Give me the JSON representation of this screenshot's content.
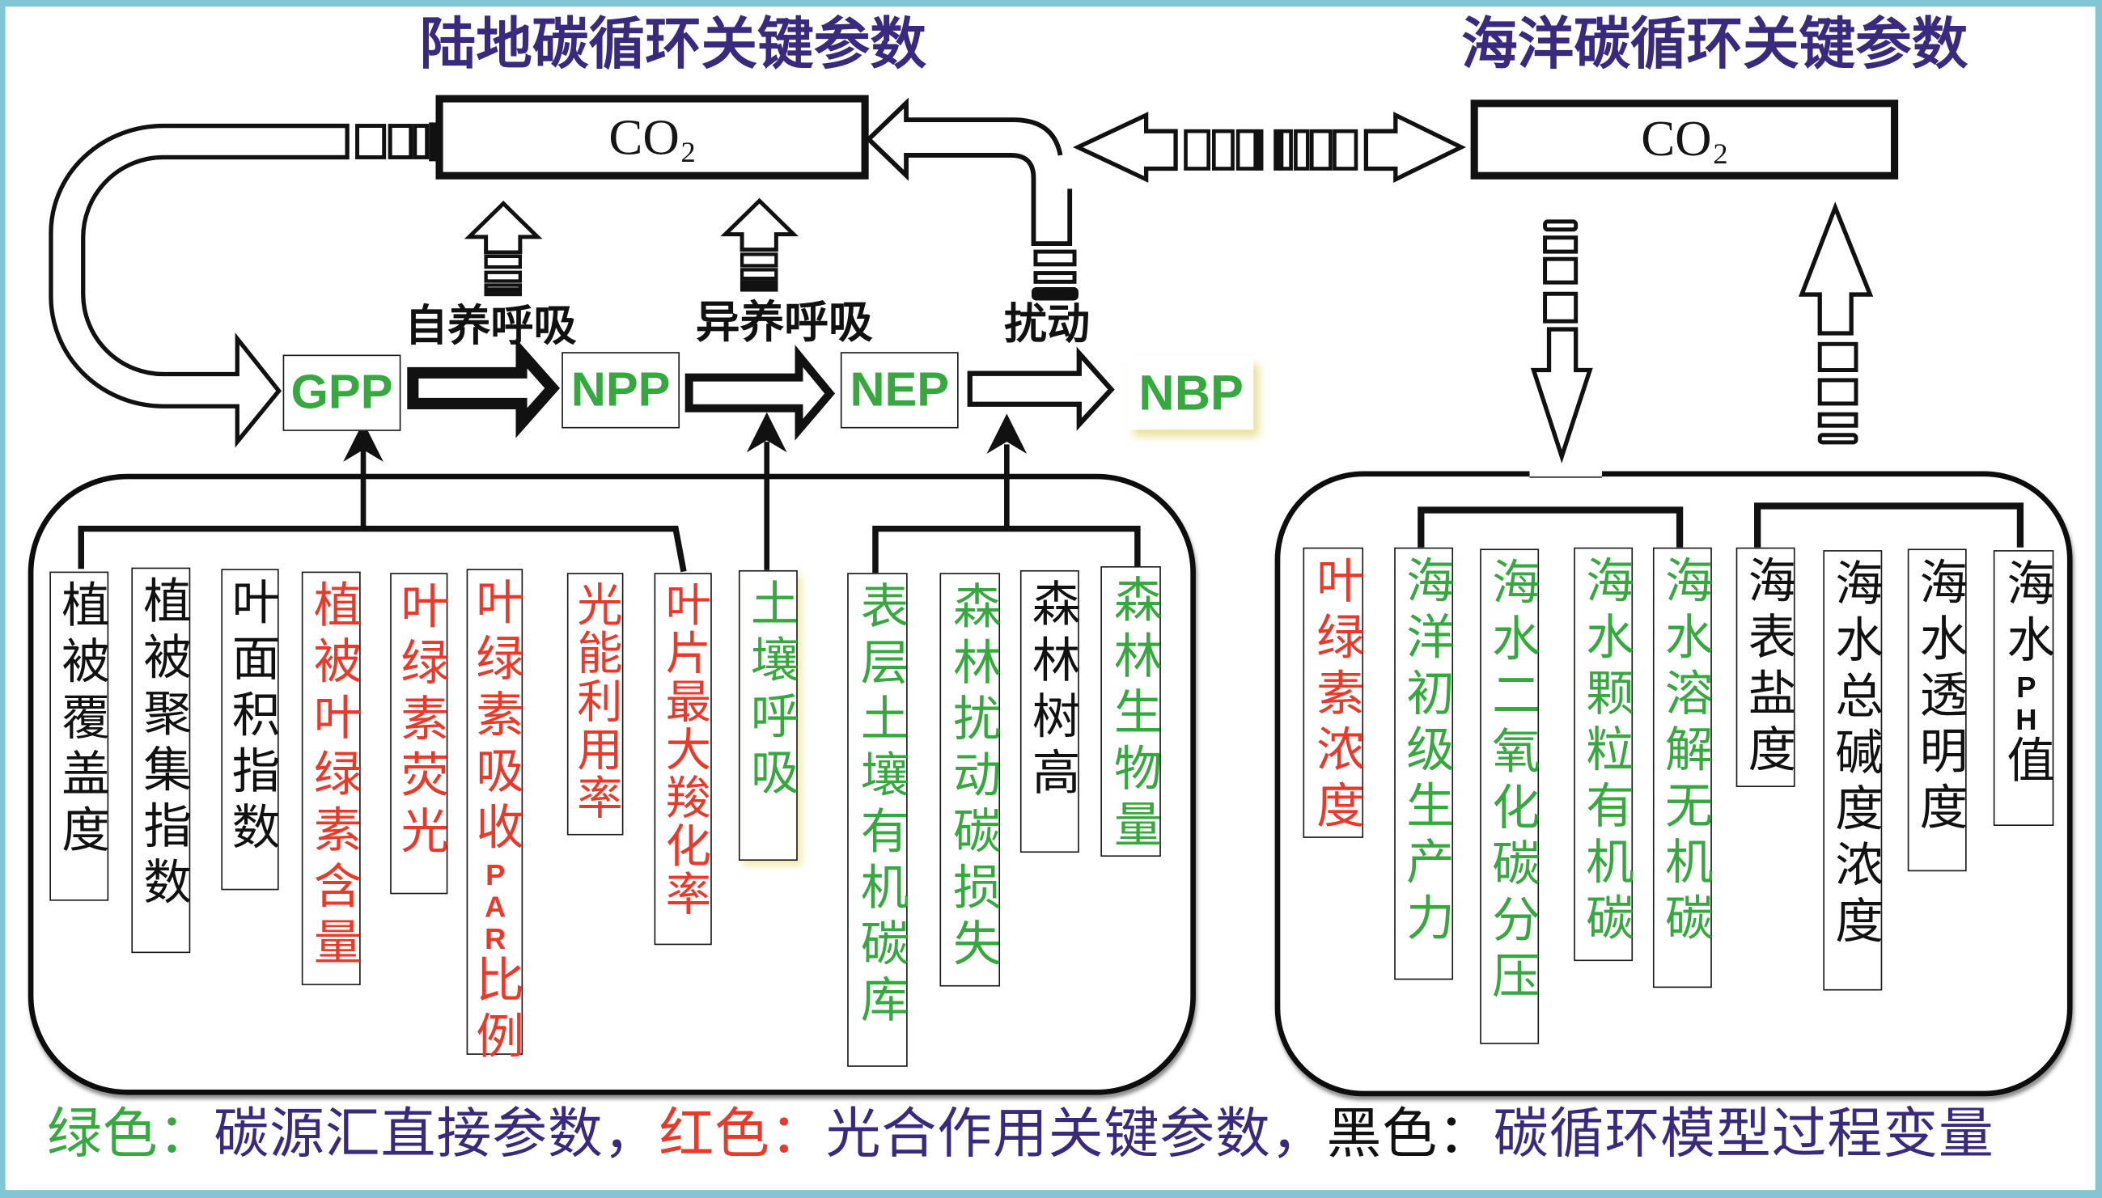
{
  "colors": {
    "green": "#36a83f",
    "red": "#e8392a",
    "black": "#111111",
    "navy": "#3a2a7d",
    "frame": "#82c5d4"
  },
  "land": {
    "title": "陆地碳循环关键参数",
    "co2": {
      "label": "CO",
      "subscript": "2"
    },
    "processes": {
      "autotrophic_respiration": "自养呼吸",
      "heterotrophic_respiration": "异养呼吸",
      "disturbance": "扰动"
    },
    "nodes": [
      {
        "label": "GPP"
      },
      {
        "label": "NPP"
      },
      {
        "label": "NEP"
      },
      {
        "label": "NBP"
      }
    ],
    "params": [
      {
        "label": "植被覆盖度",
        "category": "black"
      },
      {
        "label": "植被聚集指数",
        "category": "black"
      },
      {
        "label": "叶面积指数",
        "category": "black"
      },
      {
        "label": "植被叶绿素含量",
        "category": "red"
      },
      {
        "label": "叶绿素荧光",
        "category": "red"
      },
      {
        "label": "叶绿素吸收PAR比例",
        "category": "red"
      },
      {
        "label": "光能利用率",
        "category": "red"
      },
      {
        "label": "叶片最大羧化率",
        "category": "red"
      },
      {
        "label": "土壤呼吸",
        "category": "green"
      },
      {
        "label": "表层土壤有机碳库",
        "category": "green"
      },
      {
        "label": "森林扰动碳损失",
        "category": "green"
      },
      {
        "label": "森林树高",
        "category": "black"
      },
      {
        "label": "森林生物量",
        "category": "green"
      }
    ]
  },
  "ocean": {
    "title": "海洋碳循环关键参数",
    "co2": {
      "label": "CO",
      "subscript": "2"
    },
    "params": [
      {
        "label": "叶绿素浓度",
        "category": "red"
      },
      {
        "label": "海洋初级生产力",
        "category": "green"
      },
      {
        "label": "海水二氧化碳分压",
        "category": "green"
      },
      {
        "label": "海水颗粒有机碳",
        "category": "green"
      },
      {
        "label": "海水溶解无机碳",
        "category": "green"
      },
      {
        "label": "海表盐度",
        "category": "black"
      },
      {
        "label": "海水总碱度浓度",
        "category": "black"
      },
      {
        "label": "海水透明度",
        "category": "black"
      },
      {
        "label": "海水PH值",
        "category": "black"
      }
    ]
  },
  "legend": [
    {
      "key": "绿色：",
      "text": "碳源汇直接参数，",
      "category": "green"
    },
    {
      "key": "红色：",
      "text": "光合作用关键参数，",
      "category": "red"
    },
    {
      "key": "黑色：",
      "text": "碳循环模型过程变量",
      "category": "black"
    }
  ]
}
